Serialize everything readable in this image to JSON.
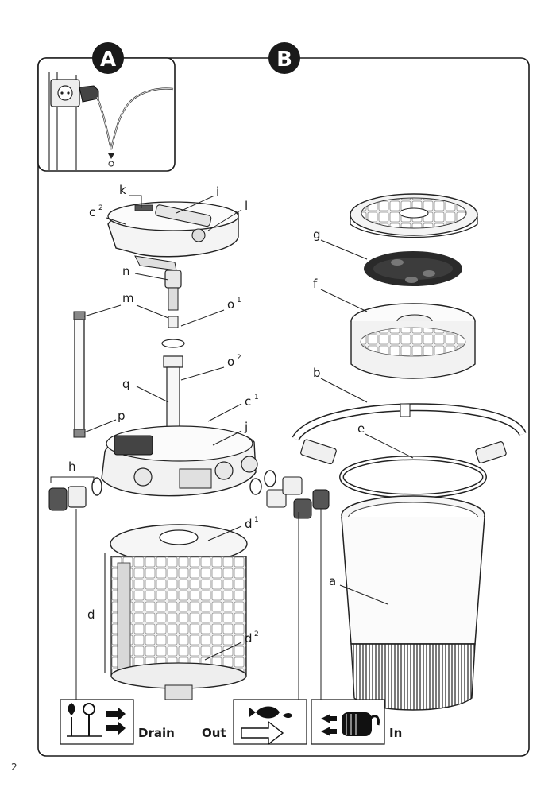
{
  "page_number": "2",
  "sections": {
    "a": "A",
    "b": "B"
  },
  "parts": {
    "k": "k",
    "i": "i",
    "c2": "c",
    "c2_sup": "2",
    "l": "l",
    "n": "n",
    "m": "m",
    "o1": "o",
    "o1_sup": "1",
    "o2": "o",
    "o2_sup": "2",
    "q": "q",
    "c1": "c",
    "c1_sup": "1",
    "p": "p",
    "j": "j",
    "h": "h",
    "g": "g",
    "f": "f",
    "b": "b",
    "e": "e",
    "d1": "d",
    "d1_sup": "1",
    "d": "d",
    "d2": "d",
    "d2_sup": "2",
    "a": "a"
  },
  "connections": {
    "drain": "Drain",
    "out": "Out",
    "in": "In"
  }
}
